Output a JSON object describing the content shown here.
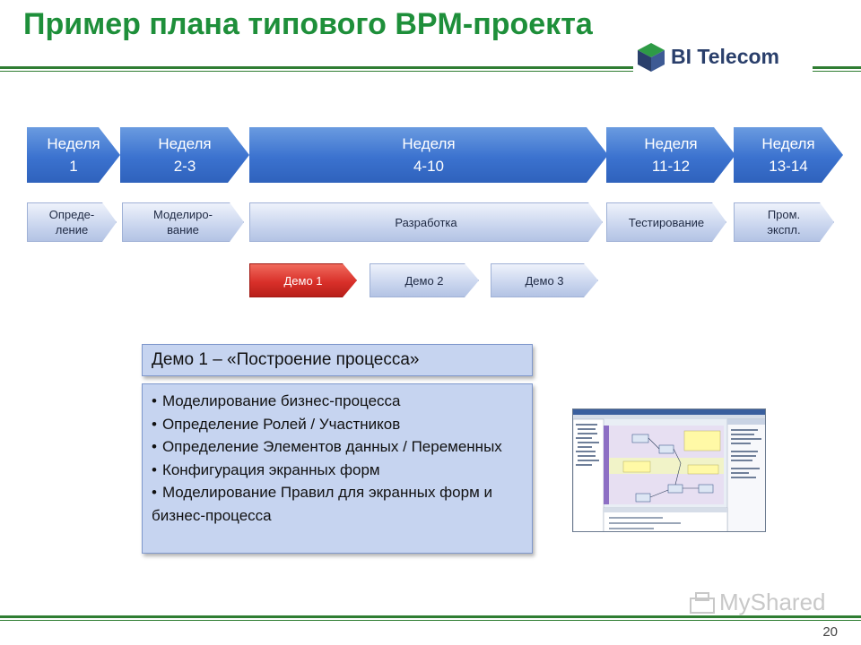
{
  "slide": {
    "title": "Пример плана типового BPM-проекта",
    "page_number": "20"
  },
  "logo": {
    "text": "BI Telecom"
  },
  "weeks": [
    {
      "label": "Неделя\n1"
    },
    {
      "label": "Неделя\n2-3"
    },
    {
      "label": "Неделя\n4-10"
    },
    {
      "label": "Неделя\n11-12"
    },
    {
      "label": "Неделя\n13-14"
    }
  ],
  "phases": [
    {
      "label": "Опреде-\nление"
    },
    {
      "label": "Моделиро-\nвание"
    },
    {
      "label": "Разработка"
    },
    {
      "label": "Тестирование"
    },
    {
      "label": "Пром.\nэкспл."
    }
  ],
  "demos": [
    {
      "label": "Демо 1",
      "active": true
    },
    {
      "label": "Демо 2",
      "active": false
    },
    {
      "label": "Демо 3",
      "active": false
    }
  ],
  "demo_detail": {
    "heading": "Демо 1 – «Построение процесса»",
    "items": [
      "Моделирование бизнес-процесса",
      "Определение Ролей / Участников",
      "Определение Элементов данных / Переменных",
      "Конфигурация экранных форм",
      "Моделирование Правил для экранных форм и бизнес-процесса"
    ]
  },
  "watermark": {
    "text": "MyShared"
  },
  "colors": {
    "title_green": "#1e8f3a",
    "week_blue": "#3b72cf",
    "phase_light": "#c9d5ee",
    "demo_active_red": "#d9302a",
    "box_fill": "#c6d4f0"
  }
}
